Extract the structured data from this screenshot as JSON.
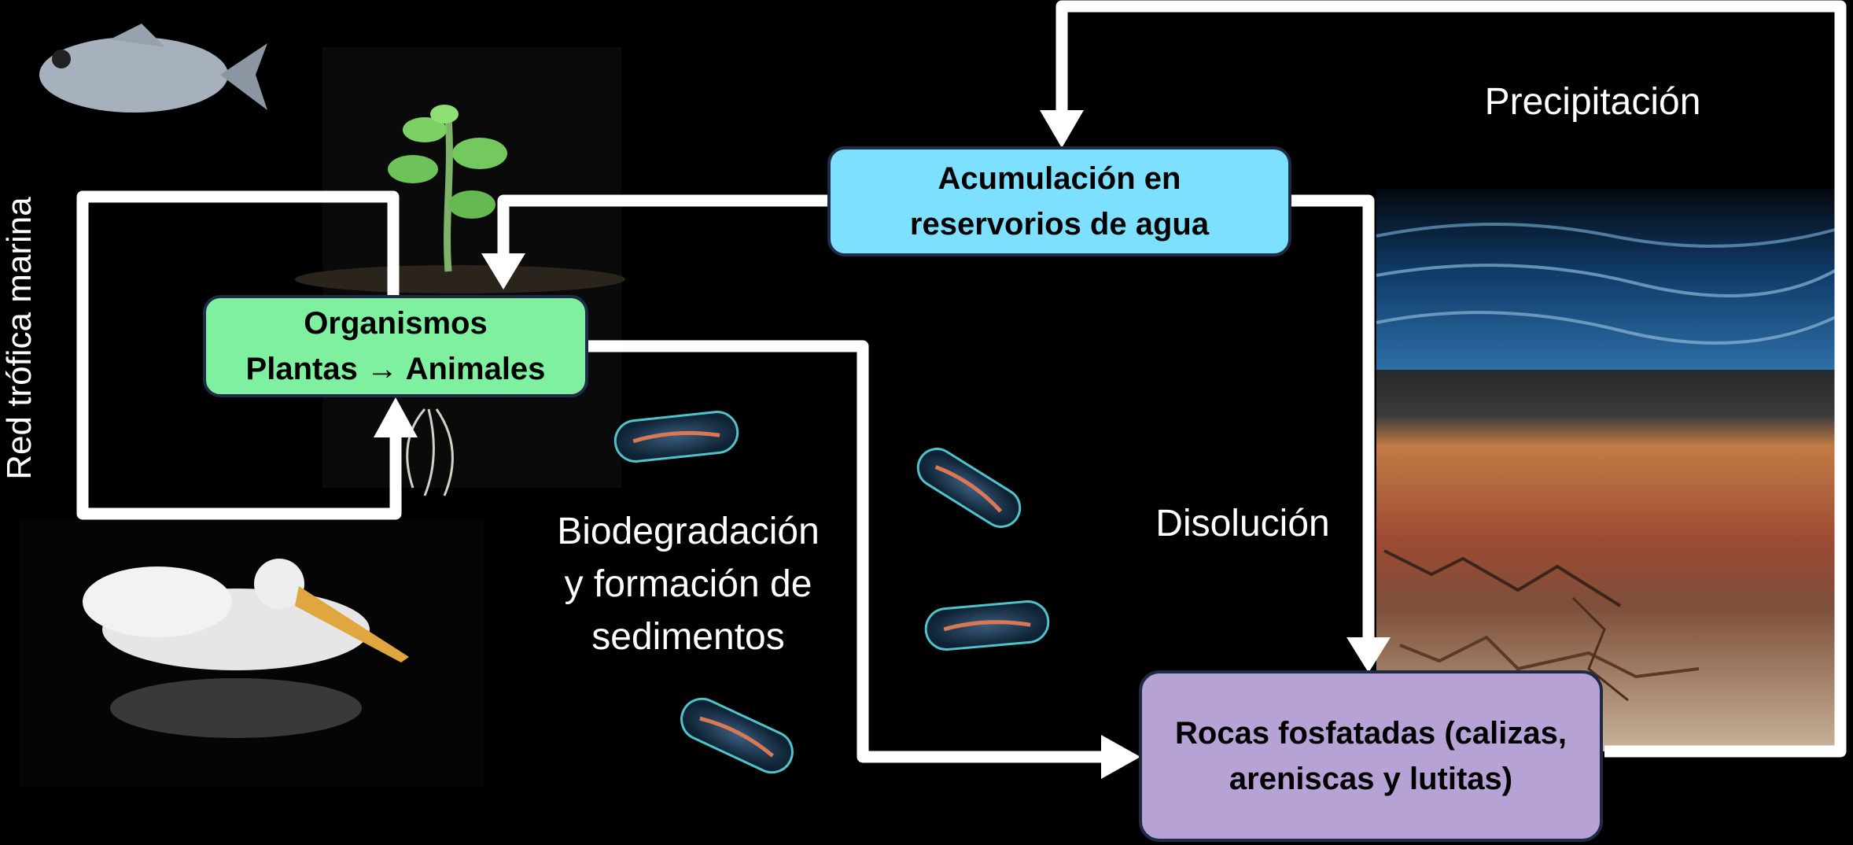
{
  "nodes": {
    "acumulacion": {
      "line1": "Acumulación en",
      "line2": "reservorios de agua",
      "color": "#7ee0ff"
    },
    "organismos": {
      "line1": "Organismos",
      "line2": "Plantas → Animales",
      "color": "#7ff0a0"
    },
    "rocas": {
      "line1": "Rocas fosfatadas (calizas,",
      "line2": "areniscas y lutitas)",
      "color": "#b6a2d4"
    }
  },
  "labels": {
    "precipitacion": "Precipitación",
    "disolucion": "Disolución",
    "biodegradacion": [
      "Biodegradación",
      "y formación de",
      "sedimentos"
    ],
    "red_trofica": "Red trófica marina"
  },
  "colors": {
    "background": "#000000",
    "arrow": "#ffffff",
    "box_border": "#1f2a44"
  },
  "icons": [
    "fish-image",
    "plant-image",
    "pelican-image",
    "bacteria-image",
    "water-image",
    "soil-layers-image"
  ]
}
